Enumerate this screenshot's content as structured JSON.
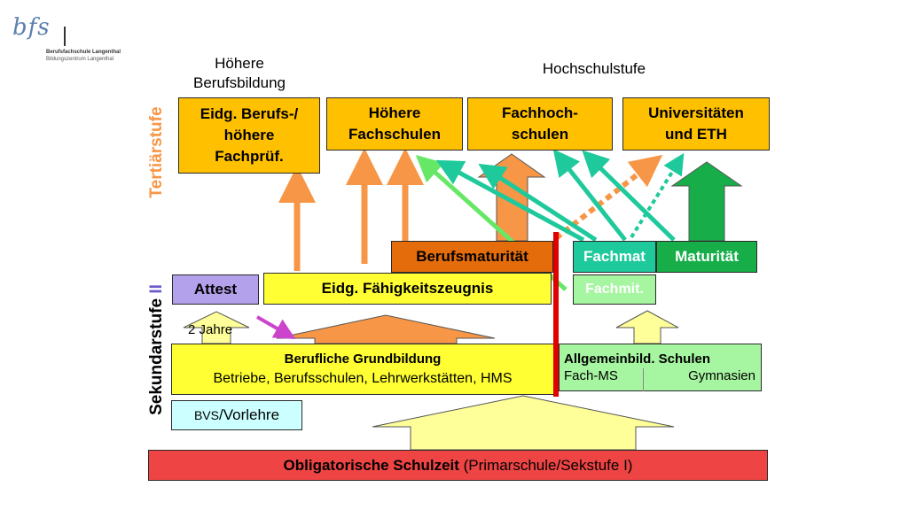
{
  "logo": {
    "mark": "bfs",
    "line1": "Berufsfachschule Langenthal",
    "line2": "Bildungszentrum Langenthal"
  },
  "headings": {
    "hoehere_berufsbildung": "Höhere Berufsbildung",
    "hochschulstufe": "Hochschulstufe"
  },
  "side_labels": {
    "tertiaer": "Tertiärstufe",
    "sek2_word": "Sekundarstufe",
    "sek2_num": "II"
  },
  "colors": {
    "gold": "#ffc000",
    "light_yellow": "#ffff99",
    "orange_arrow": "#f79646",
    "berufsmaturitaet": "#e46c0a",
    "fachmat": "#1ec99b",
    "maturitaet": "#17ae49",
    "fachmittel": "#a6f5a0",
    "allgemein": "#a6f5a0",
    "attest": "#b4a1ec",
    "bvs": "#ccffff",
    "obligatorisch": "#ee4444",
    "red_bar": "#e00000",
    "tertiaer_label": "#f79646",
    "sek2_num": "#6a5acd"
  },
  "tertiary_boxes": {
    "eidg_berufspruef": "Eidg. Berufs-/ höhere Fachprüf.",
    "hoehere_fachschulen": "Höhere Fachschulen",
    "fachhochschulen": "Fachhoch- schulen",
    "universitaeten": "Universitäten und ETH"
  },
  "secondary": {
    "berufsmaturitaet": "Berufsmaturität",
    "fachmat": "Fachmat",
    "maturitaet": "Maturität",
    "fachmittel": "Fachmit.",
    "attest": "Attest",
    "efz": "Eidg. Fähigkeitszeugnis",
    "zwei_jahre": "2 Jahre",
    "grundbildung_title": "Berufliche Grundbildung",
    "grundbildung_sub": "Betriebe, Berufsschulen, Lehrwerkstätten, HMS",
    "allgemein_title": "Allgemeinbild. Schulen",
    "fach_ms": "Fach-MS",
    "gymnasien": "Gymnasien",
    "bvs_small": "BVS",
    "bvs_large": "/Vorlehre"
  },
  "obligatorisch": {
    "bold": "Obligatorische Schulzeit",
    "normal": " (Primarschule/Sekstufe I)"
  }
}
